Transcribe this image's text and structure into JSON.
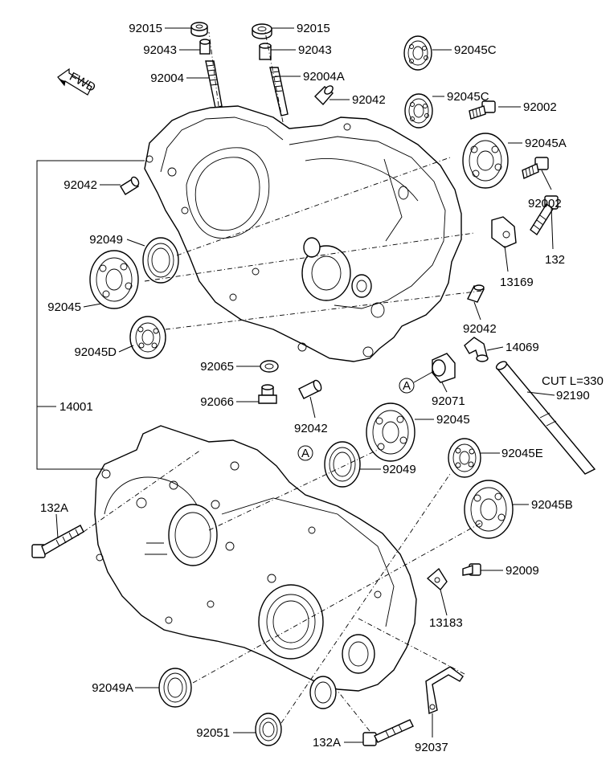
{
  "diagram": {
    "fwd_label": "FWD",
    "callout_letter": "A",
    "labels": {
      "p92015_left": "92015",
      "p92015_right": "92015",
      "p92043_left": "92043",
      "p92043_right": "92043",
      "p92004": "92004",
      "p92004A": "92004A",
      "p92045C_top": "92045C",
      "p92045C_mid": "92045C",
      "p92042_top": "92042",
      "p92002_top": "92002",
      "p92045A": "92045A",
      "p92002_mid": "92002",
      "p92042_left": "92042",
      "p132": "132",
      "p92049_upper": "92049",
      "p13169": "13169",
      "p92045_left": "92045",
      "p92042_right": "92042",
      "p92045D": "92045D",
      "p14069": "14069",
      "p92065": "92065",
      "cut_note": "CUT L=330",
      "p92190": "92190",
      "p92071": "92071",
      "p92066": "92066",
      "p14001": "14001",
      "p92042_bottom": "92042",
      "p92045_mid": "92045",
      "p92049_mid": "92049",
      "p92045E": "92045E",
      "p132A_left": "132A",
      "p92045B": "92045B",
      "p92009": "92009",
      "p13183": "13183",
      "p92049A": "92049A",
      "p92051": "92051",
      "p132A_bottom": "132A",
      "p92037": "92037"
    }
  }
}
